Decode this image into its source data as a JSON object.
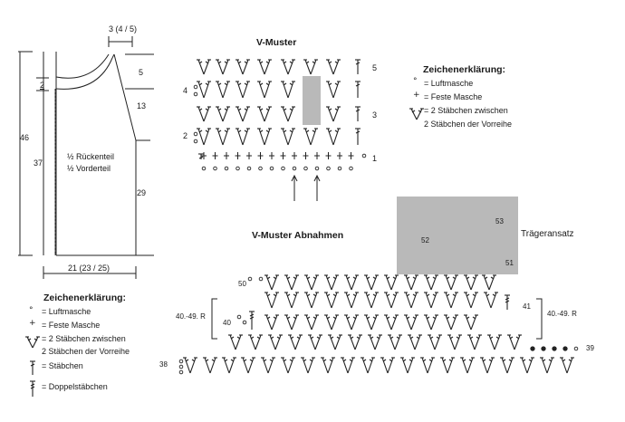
{
  "schematic": {
    "neck_width": "3 (4 / 5)",
    "shoulder_step": "2",
    "total_height": "46",
    "body_height": "37",
    "neck_depth": "5",
    "armhole_upper": "13",
    "side_length": "29",
    "width": "21 (23 / 25)",
    "piece_line1": "½ Rückenteil",
    "piece_line2": "½ Vorderteil"
  },
  "legend_left": {
    "title": "Zeichenerklärung:",
    "items": [
      {
        "symbol": "°",
        "label": "= Luftmasche"
      },
      {
        "symbol": "+",
        "label": "= Feste Masche"
      },
      {
        "symbol": "V",
        "label": "= 2 Stäbchen zwischen"
      },
      {
        "symbol": "",
        "label": "2 Stäbchen der Vorreihe"
      },
      {
        "symbol": "Ŧ",
        "label": "= Stäbchen"
      },
      {
        "symbol": "Ŧ",
        "label": "= Doppelstäbchen"
      }
    ]
  },
  "v_pattern": {
    "title": "V-Muster",
    "rows_left": [
      "4",
      "2"
    ],
    "rows_right": [
      "5",
      "3",
      "1"
    ]
  },
  "legend_right": {
    "title": "Zeichenerklärung:",
    "items": [
      {
        "symbol": "°",
        "label": "= Luftmasche"
      },
      {
        "symbol": "+",
        "label": "= Feste Masche"
      },
      {
        "symbol": "V",
        "label": "= 2 Stäbchen zwischen"
      },
      {
        "symbol": "",
        "label": "2 Stäbchen der Vorreihe"
      }
    ]
  },
  "decrease": {
    "title": "V-Muster Abnahmen",
    "strap_label": "Trägeransatz",
    "row_labels": {
      "r38": "38",
      "r39": "39",
      "r40": "40",
      "r41": "41",
      "r50": "50",
      "r51": "51",
      "r52": "52",
      "r53": "53"
    },
    "repeat_left": "40.-49. R",
    "repeat_right": "40.-49. R"
  }
}
